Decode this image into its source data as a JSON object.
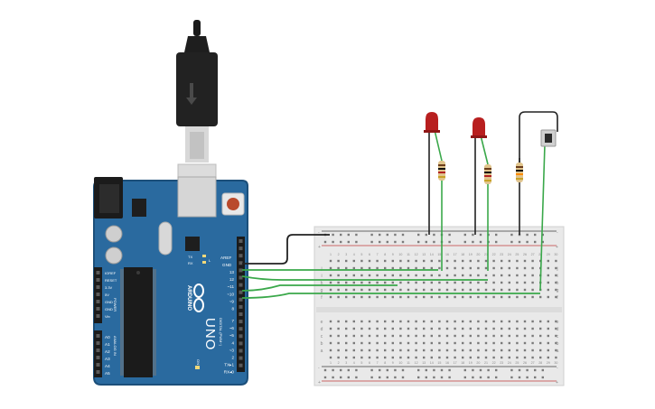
{
  "board": {
    "brand": "ARDUINO",
    "model": "UNO",
    "aref_label": "AREF",
    "gnd_label": "GND",
    "digital_pins": [
      "13",
      "12",
      "~11",
      "~10",
      "~9",
      "8",
      "7",
      "~6",
      "~5",
      "4",
      "~3",
      "2",
      "TX▸1",
      "RX◂0"
    ],
    "digital_label": "DIGITAL (PWM~)",
    "power_pins": [
      "IOREF",
      "RESET",
      "3.3V",
      "5V",
      "GND",
      "GND",
      "Vin"
    ],
    "power_label": "POWER",
    "analog_pins": [
      "A0",
      "A1",
      "A2",
      "A3",
      "A4",
      "A5"
    ],
    "analog_label": "ANALOG IN",
    "tx_label": "TX",
    "rx_label": "RX",
    "l_label": "L",
    "on_label": "ON"
  },
  "breadboard": {
    "row_letters_top": [
      "j",
      "i",
      "h",
      "g",
      "f"
    ],
    "row_letters_bottom": [
      "e",
      "d",
      "c",
      "b",
      "a"
    ],
    "plus": "+",
    "minus": "-"
  },
  "colors": {
    "board": "#2a6a9f",
    "board_edge": "#1c4f7a",
    "wire_green": "#3aa84a",
    "wire_black": "#222222",
    "led_red": "#b81f1f",
    "breadboard": "#e9e9e9"
  },
  "components": [
    "usb-cable",
    "led-1",
    "led-2",
    "resistor-1",
    "resistor-2",
    "resistor-3",
    "push-button"
  ]
}
